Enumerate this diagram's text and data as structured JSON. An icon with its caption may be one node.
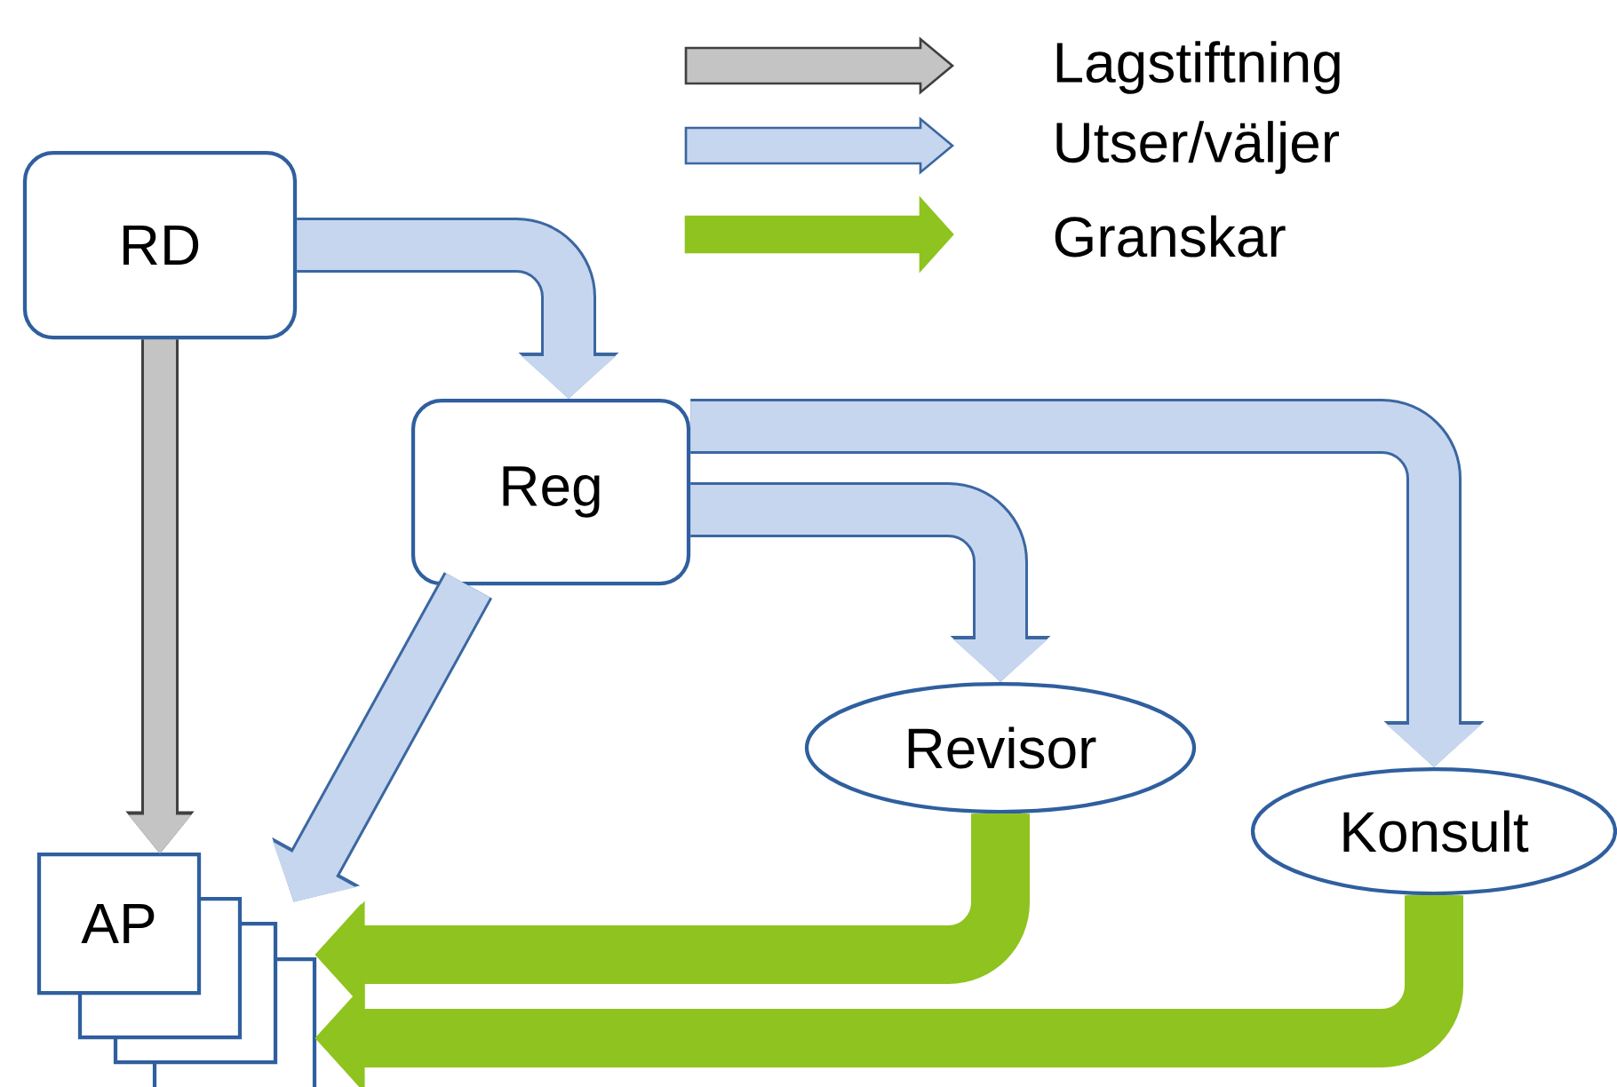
{
  "diagram": {
    "nodes": [
      {
        "text": [
          "RD"
        ]
      },
      {
        "text": [
          "Reg"
        ]
      },
      {
        "text": [
          "Revisor"
        ]
      },
      {
        "text": [
          "Konsult"
        ]
      },
      {
        "text": [
          "AP"
        ]
      }
    ],
    "edges": [
      {
        "from": 0,
        "to": 1,
        "arrow": "to"
      },
      {
        "from": 0,
        "to": 4,
        "arrow": "to",
        "color": "#c4c4c4"
      },
      {
        "from": 1,
        "to": 4,
        "arrow": "to"
      },
      {
        "from": 1,
        "to": 2,
        "arrow": "to"
      },
      {
        "from": 1,
        "to": 3,
        "arrow": "to"
      },
      {
        "from": 2,
        "to": 4,
        "arrow": "to",
        "color": "#8fc31f"
      },
      {
        "from": 3,
        "to": 4,
        "arrow": "to",
        "color": "#8fc31f"
      }
    ],
    "legend": [
      {
        "text": "Lagstiftning"
      },
      {
        "text": "Utser/väljer"
      },
      {
        "text": "Granskar"
      }
    ]
  }
}
